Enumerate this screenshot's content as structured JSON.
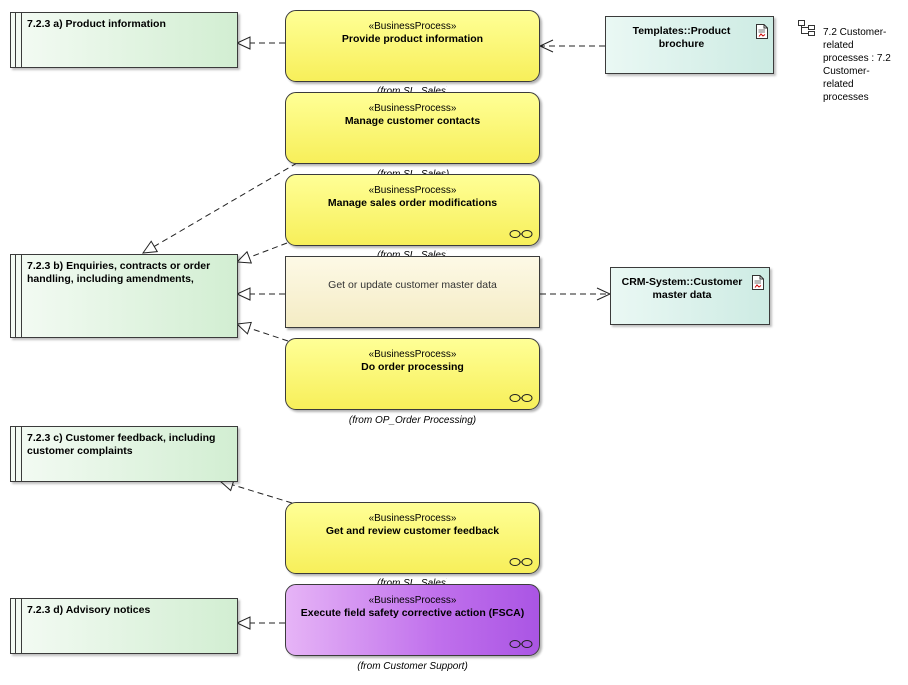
{
  "requirements": {
    "a": "7.2.3 a) Product information",
    "b": "7.2.3 b) Enquiries, contracts or order handling, including amendments,",
    "c": "7.2.3 c) Customer feedback, including customer complaints",
    "d": "7.2.3 d) Advisory notices"
  },
  "processes": {
    "stereotype": "«BusinessProcess»",
    "provide_info": "Provide product information",
    "manage_contacts": "Manage customer contacts",
    "manage_sales": "Manage sales order modifications",
    "master_data": "Get or update customer master data",
    "order_processing": "Do order processing",
    "feedback": "Get and review customer feedback",
    "fsca": "Execute field safety corrective action (FSCA)"
  },
  "from_labels": {
    "sl_sales": "(from SL_Sales)",
    "op_order": "(from OP_Order Processing)",
    "customer_support": "(from Customer Support)"
  },
  "artifacts": {
    "brochure": "Templates::Product brochure",
    "crm": "CRM-System::Customer master data"
  },
  "package_ref": {
    "label": "7.2 Customer-related processes : 7.2 Customer-related processes"
  },
  "colors": {
    "process_yellow": "#f7ef5a",
    "process_pale": "#f4ecc4",
    "process_purple": "#c070ec",
    "requirement_green": "#d2eed2",
    "artifact_teal": "#cdebe3"
  }
}
